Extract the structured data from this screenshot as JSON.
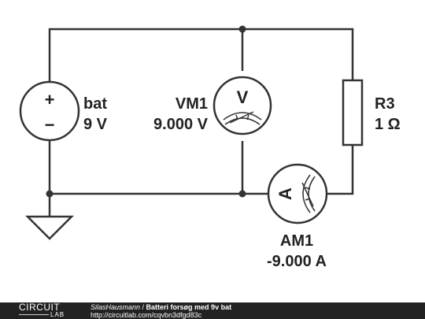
{
  "circuit": {
    "battery": {
      "name": "bat",
      "value": "9 V",
      "plus": "+",
      "minus": "−"
    },
    "voltmeter": {
      "name": "VM1",
      "reading": "9.000 V",
      "glyph": "V"
    },
    "ammeter": {
      "name": "AM1",
      "reading": "-9.000 A",
      "glyph": "A"
    },
    "resistor": {
      "name": "R3",
      "value": "1 Ω"
    }
  },
  "footer": {
    "logo_top": "CIRCUIT",
    "logo_bottom": "LAB",
    "author": "SilasHausmann",
    "separator": " / ",
    "title": "Batteri forsøg med 9v bat",
    "url": "http://circuitlab.com/cqvbn3dfgd83c"
  }
}
